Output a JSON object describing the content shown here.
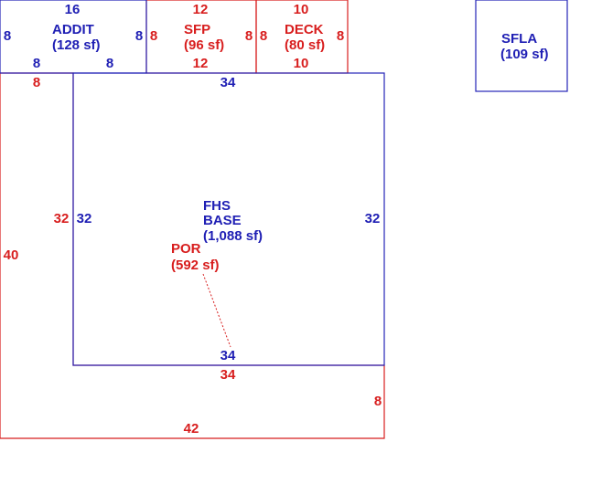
{
  "colors": {
    "blue": "#1f1fb4",
    "red": "#d81e1e",
    "background": "#ffffff"
  },
  "areas": {
    "addit": {
      "name": "ADDIT",
      "area": "(128 sf)",
      "top": "16",
      "left": "8",
      "right": "8",
      "bottom_left": "8",
      "bottom_right": "8"
    },
    "sfp": {
      "name": "SFP",
      "area": "(96 sf)",
      "top": "12",
      "left": "8",
      "right": "8",
      "bottom": "12"
    },
    "deck": {
      "name": "DECK",
      "area": "(80 sf)",
      "top": "10",
      "left": "8",
      "right": "8",
      "bottom": "10"
    },
    "sfla": {
      "name": "SFLA",
      "area": "(109 sf)"
    },
    "fhs_base": {
      "name_line1": "FHS",
      "name_line2": "BASE",
      "area": "(1,088 sf)",
      "top": "34",
      "bottom": "34",
      "left": "32",
      "right": "32"
    },
    "por": {
      "name": "POR",
      "area": "(592 sf)",
      "top_left": "8",
      "left_inner": "32",
      "left_outer": "40",
      "bottom_inner": "34",
      "bottom": "42",
      "right": "8"
    }
  }
}
